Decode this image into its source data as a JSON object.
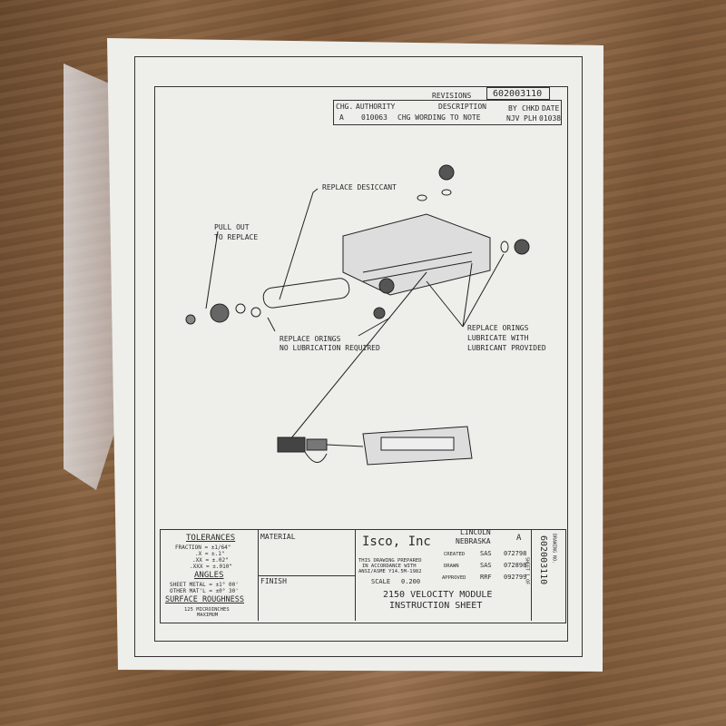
{
  "revisions": {
    "drawing_number": "602003110",
    "title": "REVISIONS",
    "headers": [
      "CHG.",
      "AUTHORITY",
      "DESCRIPTION",
      "BY",
      "CHKD",
      "DATE"
    ],
    "row": [
      "A",
      "010063",
      "CHG WORDING TO NOTE",
      "NJV",
      "PLH",
      "01038"
    ]
  },
  "callouts": {
    "desiccant": "REPLACE DESICCANT",
    "pull_out_1": "PULL OUT",
    "pull_out_2": "TO REPLACE",
    "orings_a1": "REPLACE ORINGS",
    "orings_a2": "NO LUBRICATION REQUIRED",
    "orings_b1": "REPLACE ORINGS",
    "orings_b2": "LUBRICATE WITH",
    "orings_b3": "LUBRICANT PROVIDED"
  },
  "title_block": {
    "tolerances": {
      "title": "TOLERANCES",
      "lines": [
        "FRACTION  =  ±1/64\"",
        ".X  =  ±.1\"",
        ".XX  =  ±.02\"",
        ".XXX  =  ±.010\""
      ]
    },
    "angles": {
      "title": "ANGLES",
      "lines": [
        "SHEET METAL  =  ±1° 00'",
        "OTHER MAT'L  =  ±0° 30'"
      ]
    },
    "surface": {
      "title": "SURFACE ROUGHNESS",
      "lines": [
        "125 MICROINCHES",
        "MAXIMUM"
      ]
    },
    "material": "MATERIAL",
    "finish": "FINISH",
    "company": "Isco, Inc",
    "city": "LINCOLN",
    "state": "NEBRASKA",
    "rev": "A",
    "standard": [
      "THIS DRAWING PREPARED",
      "IN ACCORDANCE WITH",
      "ANSI/ASME Y14.5M-1982"
    ],
    "scale_label": "SCALE",
    "scale": "0.200",
    "signoffs": [
      [
        "CREATED",
        "SAS",
        "072798"
      ],
      [
        "DRAWN",
        "SAS",
        "072898"
      ],
      [
        "APPROVED",
        "RRF",
        "092799"
      ]
    ],
    "title1": "2150 VELOCITY MODULE",
    "title2": "INSTRUCTION SHEET",
    "drawing_no_label": "DRAWING NO.",
    "drawing_no": "602003110",
    "sheet": "SHEET 1 OF"
  }
}
